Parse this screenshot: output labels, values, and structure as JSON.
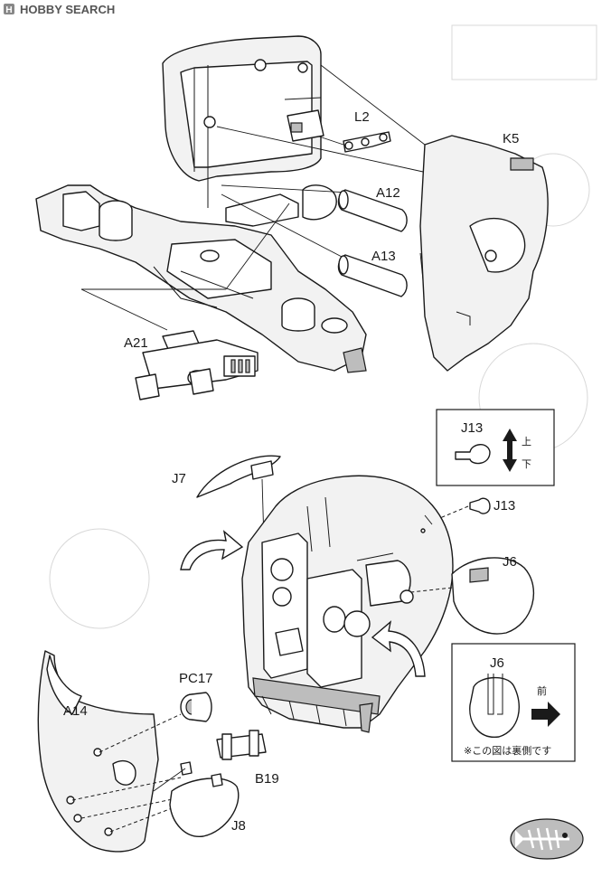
{
  "watermark": {
    "brand": "HOBBY SEARCH",
    "logo_letter": "H"
  },
  "labels": {
    "l2": "L2",
    "k5": "K5",
    "a12": "A12",
    "a13": "A13",
    "a21": "A21",
    "j7": "J7",
    "j13": "J13",
    "j6": "J6",
    "pc17": "PC17",
    "a14": "A14",
    "b19": "B19",
    "j8": "J8"
  },
  "j13_box": {
    "title": "J13",
    "up": "上",
    "down": "下"
  },
  "j6_box": {
    "title": "J6",
    "front": "前",
    "note": "※この図は裏側です"
  },
  "icons": [
    "fish-bone-icon",
    "direction-arrow-icon",
    "curved-arrow-icon"
  ],
  "colors": {
    "line": "#1a1a1a",
    "paper": "#ffffff",
    "shade": "#bdbdbd"
  }
}
